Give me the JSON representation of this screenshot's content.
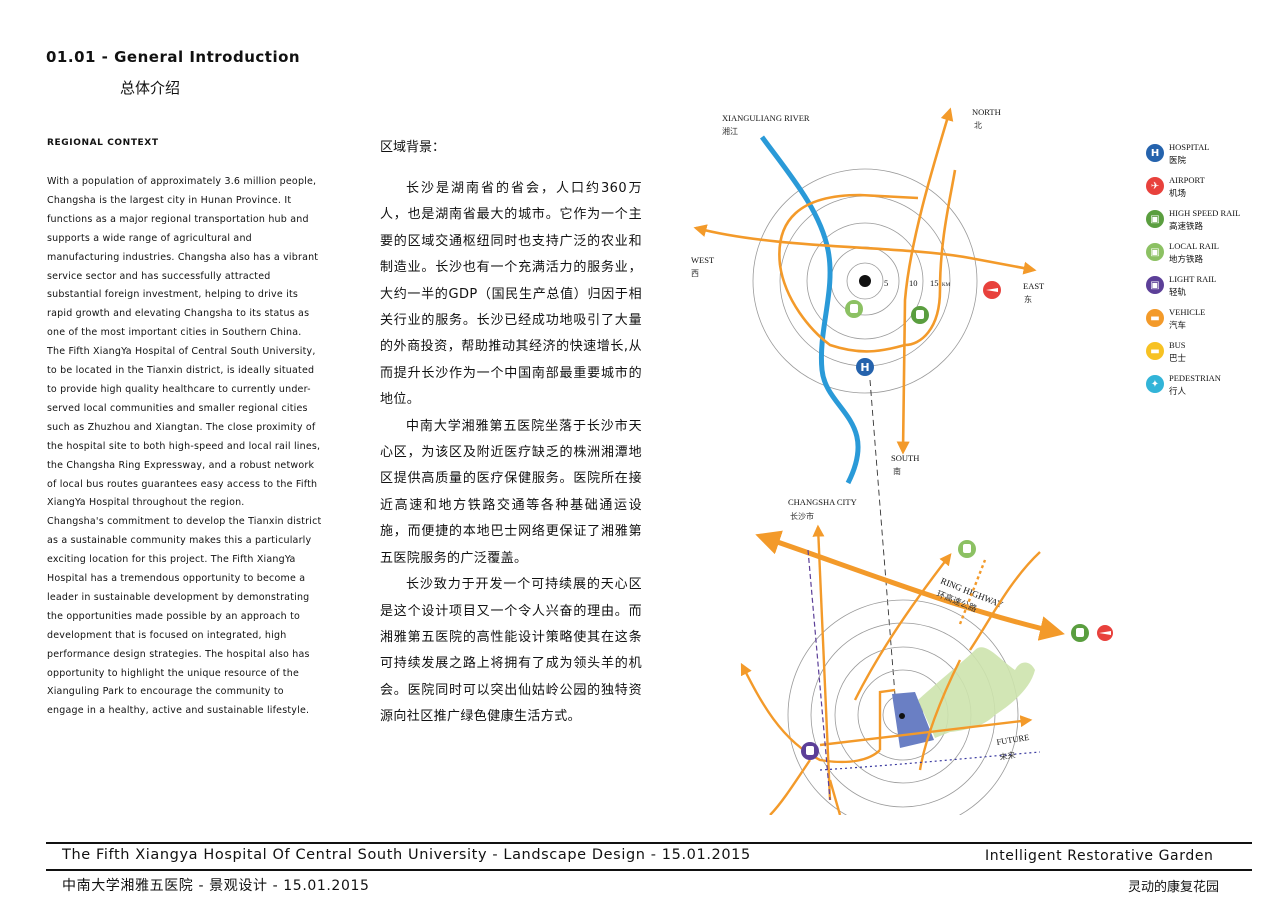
{
  "header": {
    "title_en": "01.01 - General Introduction",
    "title_zh": "总体介绍"
  },
  "regional_context": {
    "label": "REGIONAL CONTEXT",
    "paragraphs": [
      "With a population of approximately 3.6 million people, Changsha is the largest city in Hunan Province. It functions as a major regional transportation hub and supports a wide range of agricultural and manufacturing industries. Changsha also has a vibrant service sector and has successfully attracted substantial foreign investment, helping to drive its rapid growth and elevating Changsha to its status as one of the most important cities in Southern China.",
      "The Fifth XiangYa Hospital of Central South University, to be located in the Tianxin district, is ideally situated to provide high quality healthcare to currently under-served local communities and smaller regional cities such as Zhuzhou and Xiangtan. The close proximity of the hospital site to both high-speed and local rail lines, the Changsha Ring Expressway, and a robust network of local bus routes guarantees easy access to the Fifth XiangYa Hospital throughout the region.",
      "Changsha's commitment to develop the Tianxin district as a sustainable community makes this a particularly exciting location for this project. The Fifth XiangYa Hospital has a tremendous opportunity to become a leader in sustainable development by demonstrating the opportunities made possible by an approach to development that is focused on integrated, high performance design strategies. The hospital also has opportunity to highlight the unique resource of the Xianguling Park to encourage the community to engage in a healthy, active and sustainable lifestyle."
    ]
  },
  "regional_context_zh": {
    "label": "区域背景：",
    "paragraphs": [
      "长沙是湖南省的省会，人口约360万人，也是湖南省最大的城市。它作为一个主要的区域交通枢纽同时也支持广泛的农业和制造业。长沙也有一个充满活力的服务业，大约一半的GDP（国民生产总值）归因于相关行业的服务。长沙已经成功地吸引了大量的外商投资，帮助推动其经济的快速增长,从而提升长沙作为一个中国南部最重要城市的地位。",
      "中南大学湘雅第五医院坐落于长沙市天心区，为该区及附近医疗缺乏的株洲湘潭地区提供高质量的医疗保健服务。医院所在接近高速和地方铁路交通等各种基础通运设施，而便捷的本地巴士网络更保证了湘雅第五医院服务的广泛覆盖。",
      "长沙致力于开发一个可持续展的天心区是这个设计项目又一个令人兴奋的理由。而湘雅第五医院的高性能设计策略使其在这条可持续发展之路上将拥有了成为领头羊的机会。医院同时可以突出仙姑岭公园的独特资源向社区推广绿色健康生活方式。"
    ]
  },
  "map": {
    "river_en": "XIANGULIANG RIVER",
    "river_zh": "湘江",
    "north_en": "NORTH",
    "north_zh": "北",
    "south_en": "SOUTH",
    "south_zh": "南",
    "east_en": "EAST",
    "east_zh": "东",
    "west_en": "WEST",
    "west_zh": "西",
    "ring_5": "5",
    "ring_10": "10",
    "ring_15": "15",
    "ring_unit": "KM",
    "city_en": "CHANGSHA CITY",
    "city_zh": "长沙市",
    "highway_en": "RING HIGHWAY",
    "highway_zh": "环高速公路",
    "future_en": "FUTURE",
    "future_zh": "未来",
    "colors": {
      "orange": "#f39a2a",
      "river": "#2a9ad8",
      "site": "#6a7fc4",
      "park": "#cde3ad",
      "ring": "#8a8a8a"
    }
  },
  "legend": [
    {
      "en": "HOSPITAL",
      "zh": "医院",
      "color": "#2563ad",
      "icon": "hospital-icon",
      "glyph": "H"
    },
    {
      "en": "AIRPORT",
      "zh": "机场",
      "color": "#e8413c",
      "icon": "airplane-icon",
      "glyph": "✈"
    },
    {
      "en": "HIGH SPEED RAIL",
      "zh": "高速铁路",
      "color": "#5a9e3f",
      "icon": "high-speed-rail-icon",
      "glyph": "▣"
    },
    {
      "en": "LOCAL RAIL",
      "zh": "地方铁路",
      "color": "#8cc163",
      "icon": "local-rail-icon",
      "glyph": "▣"
    },
    {
      "en": "LIGHT RAIL",
      "zh": "轻轨",
      "color": "#5c3f98",
      "icon": "light-rail-icon",
      "glyph": "▣"
    },
    {
      "en": "VEHICLE",
      "zh": "汽车",
      "color": "#f39a2a",
      "icon": "vehicle-icon",
      "glyph": "▬"
    },
    {
      "en": "BUS",
      "zh": "巴士",
      "color": "#f7c223",
      "icon": "bus-icon",
      "glyph": "▬"
    },
    {
      "en": "PEDESTRIAN",
      "zh": "行人",
      "color": "#32b4d8",
      "icon": "pedestrian-icon",
      "glyph": "✦"
    }
  ],
  "footer": {
    "left_en": "The Fifth Xiangya Hospital Of Central South University - Landscape Design - 15.01.2015",
    "left_zh": "中南大学湘雅五医院 - 景观设计 - 15.01.2015",
    "right_en": "Intelligent Restorative Garden",
    "right_zh": "灵动的康复花园"
  }
}
